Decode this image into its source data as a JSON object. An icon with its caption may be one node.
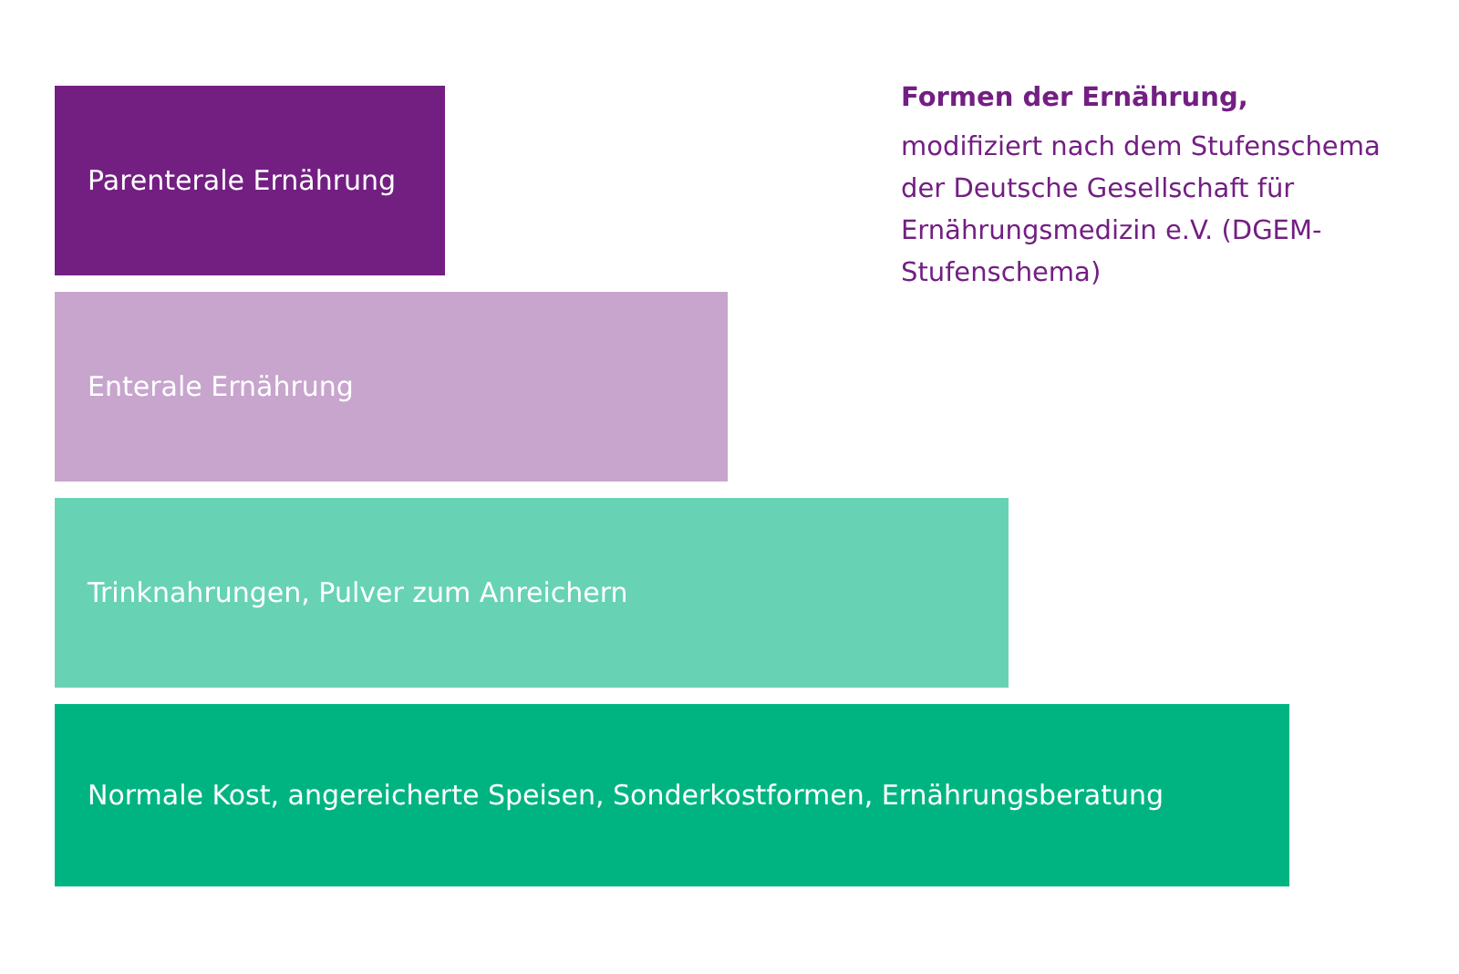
{
  "diagram": {
    "title": "Formen der Ernährung,",
    "caption": "modifiziert nach dem Stufenschema der Deutsche Gesellschaft für Ernährungsmedizin e.V. (DGEM-Stufenschema)",
    "nodes": [
      {
        "text": [
          "Parenterale Ernährung"
        ]
      },
      {
        "text": [
          "Enterale Ernährung"
        ]
      },
      {
        "text": [
          "Trinknahrungen, Pulver zum Anreichern"
        ]
      },
      {
        "text": [
          "Normale Kost, angereicherte Speisen, Sonderkostformen, Ernährungsberatung"
        ]
      }
    ]
  }
}
